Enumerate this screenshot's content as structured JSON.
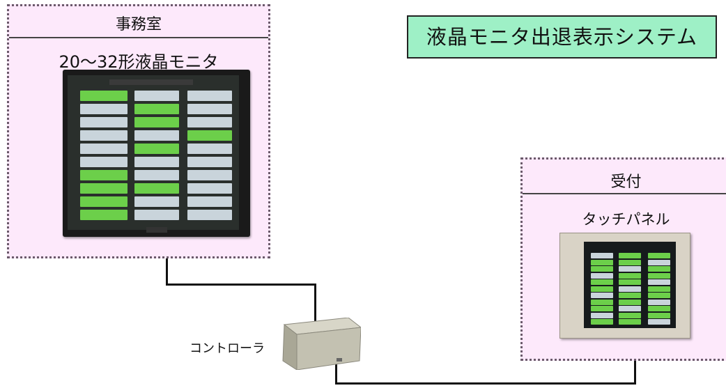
{
  "title": "液晶モニタ出退表示システム",
  "office": {
    "zone_label": "事務室",
    "device_label": "20～32形液晶モニタ"
  },
  "reception": {
    "zone_label": "受付",
    "device_label": "タッチパネル"
  },
  "controller": {
    "label": "コントローラ"
  },
  "colors": {
    "zone_fill": "#fde9fb",
    "title_fill": "#9ef0c6",
    "cell_green": "#6ccf4a",
    "cell_gray": "#c9d4db"
  }
}
